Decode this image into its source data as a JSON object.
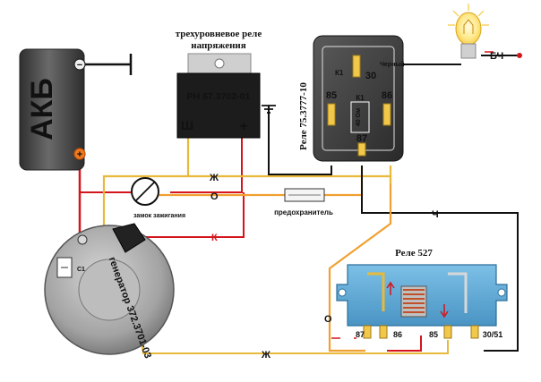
{
  "battery": {
    "label": "АКБ",
    "minus_sign": "−",
    "plus_sign": "+"
  },
  "regulator": {
    "title_line1": "трехуровневое реле",
    "title_line2": "напряжения",
    "model": "РН 67.3702-01",
    "terminal_sh": "Ш",
    "terminal_plus": "+"
  },
  "relay_main": {
    "title": "Реле 75.3777-10",
    "k1_top": "К1",
    "pin30": "30",
    "wire_black": "Черный",
    "pin85": "85",
    "pin86": "86",
    "k1_coil": "К1",
    "coil_resistance": "40 Ом",
    "pin87": "87"
  },
  "lamp": {
    "wire_label": "БЧ"
  },
  "wire_labels": {
    "zh_top": "Ж",
    "o_mid": "О",
    "k_low": "К",
    "ch_right": "Ч",
    "o_left": "О",
    "zh_bottom": "Ж"
  },
  "ignition": {
    "label": "замок зажигания"
  },
  "fuse": {
    "label": "предохранитель"
  },
  "generator": {
    "label": "генератор 372.3701-03",
    "capacitor": "С1"
  },
  "relay_527": {
    "title": "Реле 527",
    "pin87": "87",
    "pin86": "86",
    "pin85": "85",
    "pin30_51": "30/51"
  },
  "colors": {
    "wire_red": "#d4151b",
    "wire_yellow": "#e8b93a",
    "wire_black": "#111111",
    "wire_orange": "#f0a030",
    "relay527_blue": "#5ba9d6",
    "relay_body": "#3e3e3e",
    "regulator_body": "#1c1c1c",
    "battery_body": "#4a4a4a",
    "generator_body": "#9a9a9a"
  }
}
